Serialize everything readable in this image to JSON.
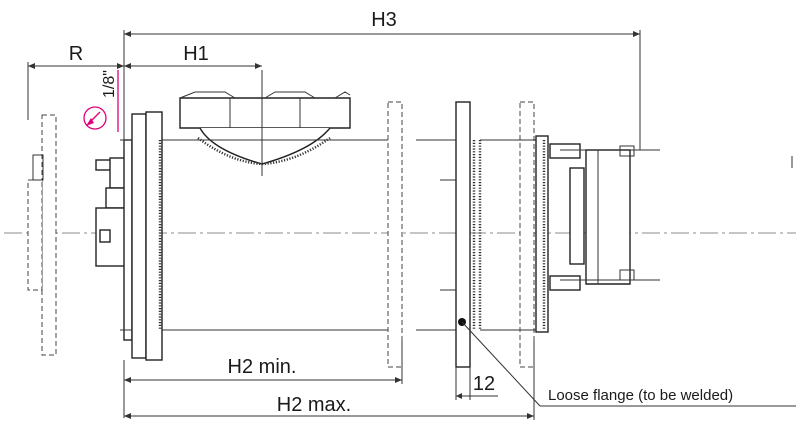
{
  "diagram": {
    "labels": {
      "h3": "H3",
      "r": "R",
      "h1": "H1",
      "slope": "1/8\"",
      "h2_min": "H2 min.",
      "h2_max": "H2 max.",
      "twelve": "12",
      "loose_flange": "Loose flange (to be welded)"
    },
    "colors": {
      "accent": "#e0007a",
      "line": "#333333"
    },
    "icons": {
      "slope_indicator": "compass-arrow-icon",
      "weld_point": "weld-dot-icon"
    }
  }
}
